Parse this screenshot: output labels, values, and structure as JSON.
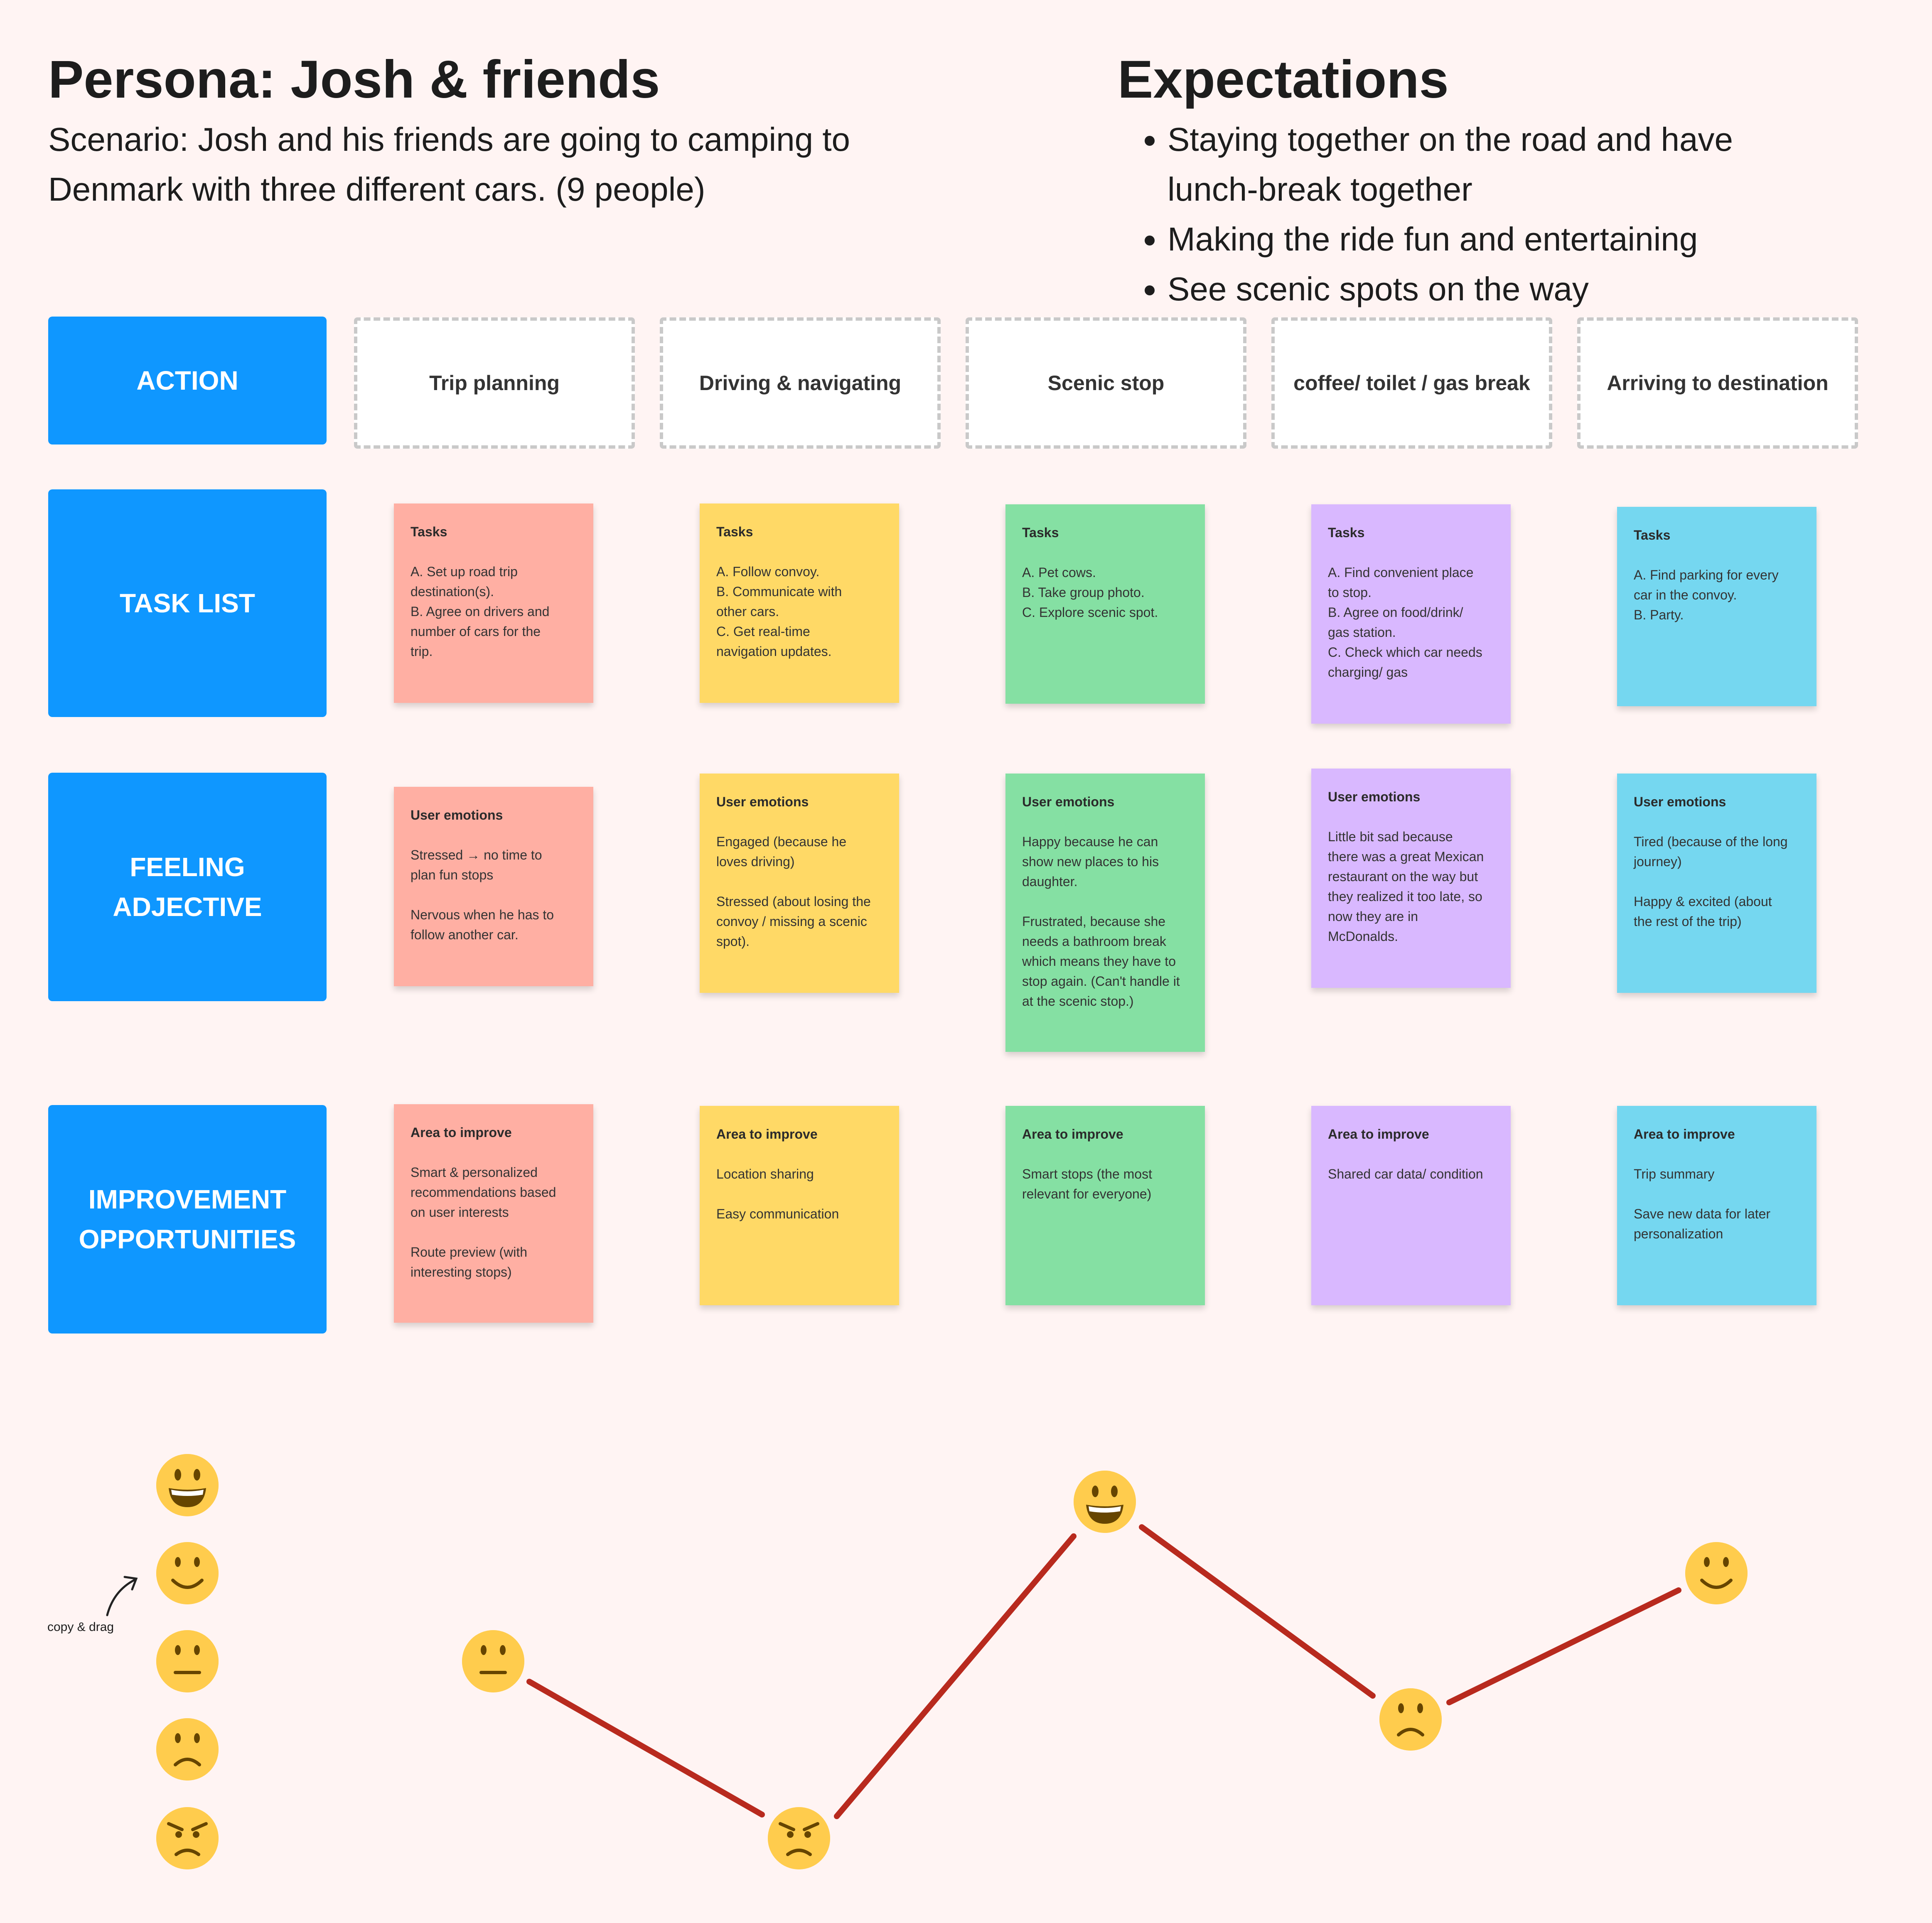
{
  "persona": {
    "title": "Persona: Josh & friends",
    "scenario_line1": "Scenario: Josh and his friends are going to camping to",
    "scenario_line2": "Denmark with three different cars. (9 people)"
  },
  "expectations": {
    "title": "Expectations",
    "items": [
      "Staying together on the road and have lunch-break together",
      "Making the ride fun and entertaining",
      "See scenic spots on the way"
    ]
  },
  "rows": {
    "action": "ACTION",
    "task_list": "TASK LIST",
    "feeling_line1": "FEELING",
    "feeling_line2": "ADJECTIVE",
    "improve_line1": "IMPROVEMENT",
    "improve_line2": "OPPORTUNITIES"
  },
  "stages": [
    "Trip planning",
    "Driving & navigating",
    "Scenic stop",
    "coffee/ toilet / gas break",
    "Arriving to destination"
  ],
  "colors": {
    "row_label": "#0f97ff",
    "red": "#ffafa3",
    "yellow": "#ffd966",
    "green": "#85e0a3",
    "purple": "#d9b8ff",
    "cyan": "#75d7f0",
    "emotion_line": "#b82a1e",
    "background": "#fff4f3"
  },
  "tasks": [
    {
      "title": "Tasks",
      "lines": [
        "A. Set up road trip",
        "destination(s).",
        "B. Agree on drivers and",
        "number of cars for the",
        "trip."
      ]
    },
    {
      "title": "Tasks",
      "lines": [
        "A. Follow convoy.",
        "B. Communicate with",
        "other cars.",
        "C. Get real-time",
        "navigation updates."
      ]
    },
    {
      "title": "Tasks",
      "lines": [
        "A. Pet cows.",
        "B. Take group photo.",
        "C. Explore scenic spot."
      ]
    },
    {
      "title": "Tasks",
      "lines": [
        "A. Find convenient place",
        "to stop.",
        "B. Agree on food/drink/",
        "gas station.",
        "C. Check which car needs",
        "charging/ gas"
      ]
    },
    {
      "title": "Tasks",
      "lines": [
        "A. Find parking for every",
        "car in the convoy.",
        "B. Party."
      ]
    }
  ],
  "emotions": [
    {
      "title": "User emotions",
      "lines": [
        "Stressed → no time to",
        "plan fun stops",
        "",
        "Nervous when he has to",
        "follow another car."
      ]
    },
    {
      "title": "User emotions",
      "lines": [
        "Engaged (because he",
        "loves driving)",
        "",
        "Stressed (about losing the",
        "convoy / missing a scenic",
        "spot)."
      ]
    },
    {
      "title": "User emotions",
      "lines": [
        "Happy because he can",
        "show new places to his",
        "daughter.",
        "",
        "Frustrated, because she",
        "needs a bathroom break",
        "which means they have to",
        "stop again. (Can't handle it",
        "at the scenic stop.)"
      ]
    },
    {
      "title": "User emotions",
      "lines": [
        "Little bit sad because",
        "there was a great Mexican",
        "restaurant on the way but",
        "they realized it too late, so",
        "now they are in",
        "McDonalds."
      ]
    },
    {
      "title": "User emotions",
      "lines": [
        "Tired (because of the long",
        "journey)",
        "",
        "Happy & excited (about",
        "the rest of the trip)"
      ]
    }
  ],
  "improvements": [
    {
      "title": "Area to improve",
      "lines": [
        "Smart & personalized",
        "recommendations based",
        "on user interests",
        "",
        "Route preview (with",
        "interesting stops)"
      ]
    },
    {
      "title": "Area to improve",
      "lines": [
        "Location sharing",
        "",
        "Easy communication"
      ]
    },
    {
      "title": "Area to improve",
      "lines": [
        "Smart stops (the most",
        "relevant for everyone)"
      ]
    },
    {
      "title": "Area to improve",
      "lines": [
        "Shared car data/ condition"
      ]
    },
    {
      "title": "Area to improve",
      "lines": [
        "Trip summary",
        "",
        "Save new data for later",
        "personalization"
      ]
    }
  ],
  "emotion_scale": [
    "very-happy",
    "happy",
    "neutral",
    "sad",
    "angry"
  ],
  "journey_emotions": [
    "neutral",
    "angry",
    "very-happy",
    "sad",
    "happy"
  ],
  "hint": "copy & drag"
}
